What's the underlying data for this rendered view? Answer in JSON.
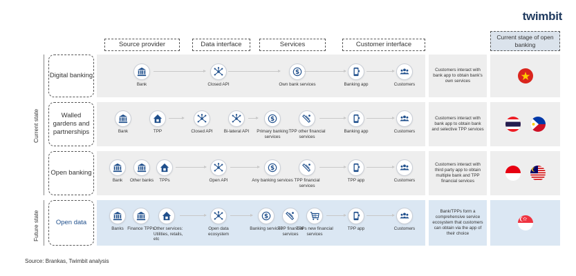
{
  "logo": "twimbit",
  "headers": {
    "source_provider": "Source provider",
    "data_interface": "Data interface",
    "services": "Services",
    "customer_interface": "Customer interface",
    "current_stage": "Current stage of open banking"
  },
  "side_labels": {
    "current": "Current state",
    "future": "Future state"
  },
  "rows": [
    {
      "label": "Digital banking",
      "nodes": [
        "Bank",
        "Closed API",
        "Own bank services",
        "Banking app",
        "Customers"
      ],
      "desc": "Customers interact with bank app to obtain bank's own services",
      "flags": [
        "vietnam-flag"
      ]
    },
    {
      "label": "Walled gardens and partnerships",
      "nodes": [
        "Bank",
        "TPP",
        "Closed API",
        "Bi-lateral API",
        "Primary banking services",
        "TPP other financial services",
        "Banking app",
        "Customers"
      ],
      "desc": "Customers interact with bank app to obtain bank and selective TPP services",
      "flags": [
        "thailand-flag",
        "philippines-flag"
      ]
    },
    {
      "label": "Open banking",
      "nodes": [
        "Bank",
        "Other banks",
        "TPPs",
        "Open API",
        "Any banking services",
        "TPP financial services",
        "TPP app",
        "Customers"
      ],
      "desc": "Customers interact with third party app to obtain multiple bank and TPP financial services",
      "flags": [
        "indonesia-flag",
        "malaysia-flag"
      ]
    },
    {
      "label": "Open data",
      "nodes": [
        "Banks",
        "Finance TPPs",
        "Other services: Utilities, retails, etc",
        "Open data ecosystem",
        "Banking services",
        "TPP financial services",
        "TPPs new financial services",
        "TPP app",
        "Customers"
      ],
      "desc": "Bank/TPPs form a comprehensive service ecosystem that customers can obtain via the app of their choice",
      "flags": [
        "singapore-flag"
      ]
    }
  ],
  "source": "Source: Brankas, Twimbit analysis",
  "colors": {
    "icon_blue": "#1f4f8c",
    "row_bg": "#eeeeee",
    "future_bg": "#dbe7f3"
  }
}
